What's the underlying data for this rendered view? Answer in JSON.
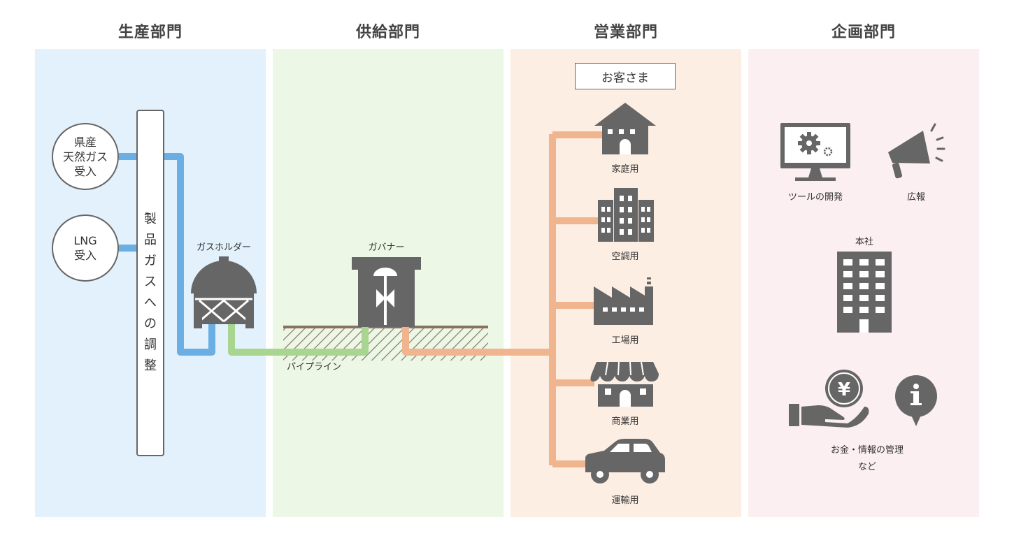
{
  "departments": [
    {
      "name": "生産部門",
      "color": "#e2f1fb"
    },
    {
      "name": "供給部門",
      "color": "#edf7e6"
    },
    {
      "name": "営業部門",
      "color": "#fdeee4"
    },
    {
      "name": "企画部門",
      "color": "#fbeff1"
    }
  ],
  "production": {
    "source1": "県産\n天然ガス\n受入",
    "source2": "LNG\n受入",
    "adjust": "製\n品\nガ\nス\nへ\nの\n調\n整",
    "holder": "ガスホルダー"
  },
  "supply": {
    "governor": "ガバナー",
    "pipeline": "パイプライン"
  },
  "sales": {
    "customer": "お客さま",
    "uses": [
      "家庭用",
      "空調用",
      "工場用",
      "商業用",
      "運輸用"
    ]
  },
  "planning": {
    "tools": "ツールの開発",
    "pr": "広報",
    "hq": "本社",
    "money": "お金・情報の管理\nなど"
  },
  "colors": {
    "pipe_blue": "#6aaee3",
    "pipe_green": "#a8d58f",
    "pipe_orange": "#f0b58f",
    "icon_gray": "#666666"
  },
  "icons": [
    "gas-holder-icon",
    "governor-icon",
    "house-icon",
    "office-building-icon",
    "factory-icon",
    "shop-icon",
    "car-icon",
    "monitor-gear-icon",
    "megaphone-icon",
    "headquarters-building-icon",
    "hand-yen-icon",
    "info-icon"
  ]
}
